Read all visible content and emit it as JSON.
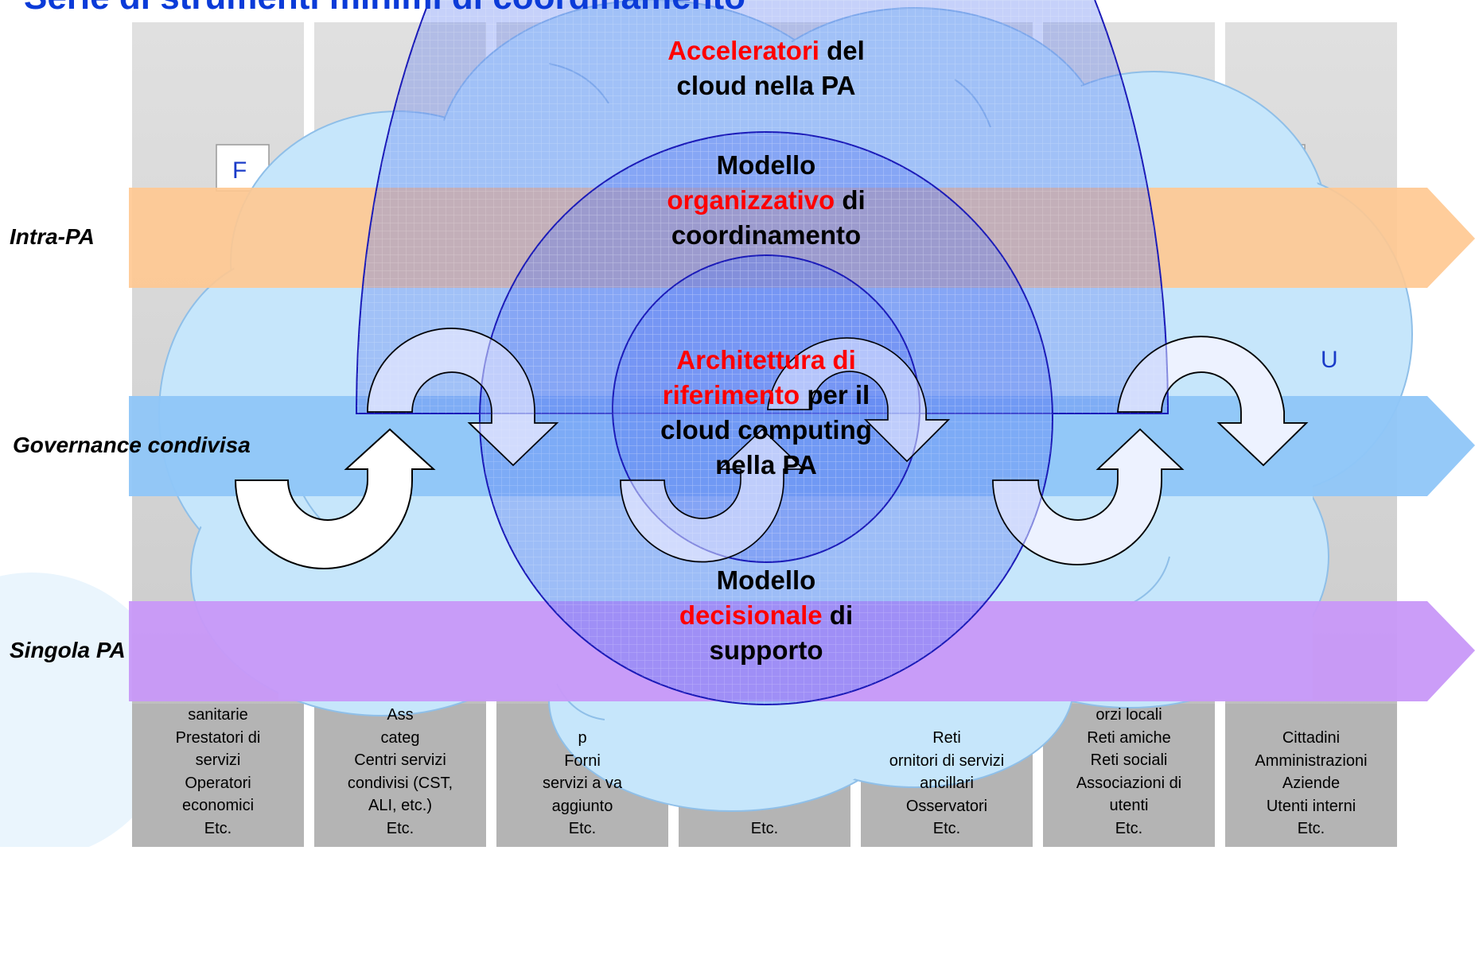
{
  "header": {
    "title": "Serie di strumenti minimi di coordinamento"
  },
  "rows": {
    "intra": "Intra-PA",
    "governance": "Governance condivisa",
    "singola": "Singola PA"
  },
  "ring_outer": {
    "line1_red": "Acceleratori",
    "line1_black": " del",
    "line2": "cloud nella PA"
  },
  "ring_middle": {
    "line1": "Modello",
    "line2_red": "organizzativo",
    "line2_black": " di",
    "line3": "coordinamento"
  },
  "ring_inner": {
    "line1_red": "Architettura di",
    "line2_red": "riferimento",
    "line2_black": " per il",
    "line3": "cloud computing",
    "line4": "nella PA"
  },
  "ring_bottom": {
    "line1": "Modello",
    "line2_red": "decisionale",
    "line2_black": " di",
    "line3": "supporto"
  },
  "box_letters": {
    "f": "F",
    "u": "U"
  },
  "columns": [
    {
      "lines": [
        "sanitarie",
        "Prestatori di",
        "servizi",
        "Operatori",
        "economici",
        "Etc."
      ]
    },
    {
      "lines": [
        "Ass",
        "categ",
        "Centri servizi",
        "condivisi (CST,",
        "ALI, etc.)",
        "Etc."
      ]
    },
    {
      "lines": [
        "p",
        "Forni",
        "servizi a va",
        "aggiunto",
        "Etc."
      ]
    },
    {
      "lines": [
        "Etc."
      ]
    },
    {
      "lines": [
        "Reti",
        "ornitori di servizi",
        "ancillari",
        "Osservatori",
        "Etc."
      ]
    },
    {
      "lines": [
        "orzi locali",
        "Reti amiche",
        "Reti sociali",
        "Associazioni di",
        "utenti",
        "Etc."
      ]
    },
    {
      "lines": [
        "Cittadini",
        "Amministrazioni",
        "Aziende",
        "Utenti interni",
        "Etc."
      ]
    }
  ],
  "colors": {
    "intra_band": "#ffc890",
    "governance_band": "#8fc6f8",
    "singola_band": "#c898f8",
    "cloud": "#c6e6fb",
    "ring_fill": "#5b7cf2",
    "accent_red": "#ff0000",
    "title_blue": "#0b3bd8"
  }
}
